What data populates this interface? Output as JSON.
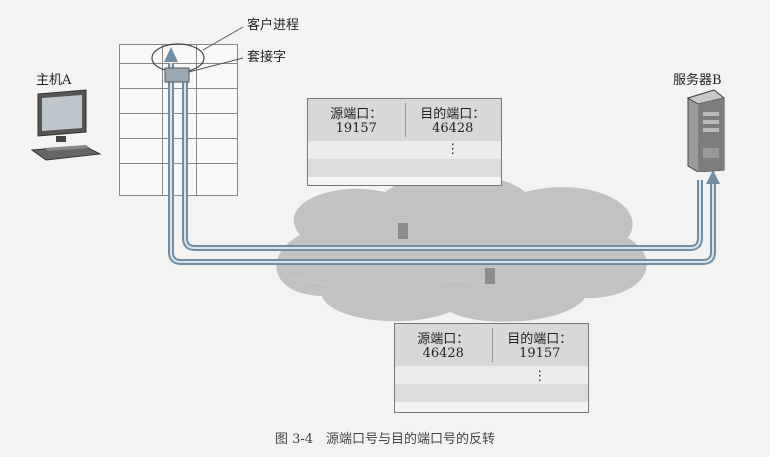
{
  "host_a": {
    "label": "主机A"
  },
  "server_b": {
    "label": "服务器B"
  },
  "client_process_label": "客户进程",
  "socket_label": "套接字",
  "segment_top": {
    "src_header": "源端口：",
    "dst_header": "目的端口：",
    "src_value": "19157",
    "dst_value": "46428",
    "ellipsis": "⋮"
  },
  "segment_bottom": {
    "src_header": "源端口：",
    "dst_header": "目的端口：",
    "src_value": "46428",
    "dst_value": "19157",
    "ellipsis": "⋮"
  },
  "caption": "图 3-4　源端口号与目的端口号的反转"
}
